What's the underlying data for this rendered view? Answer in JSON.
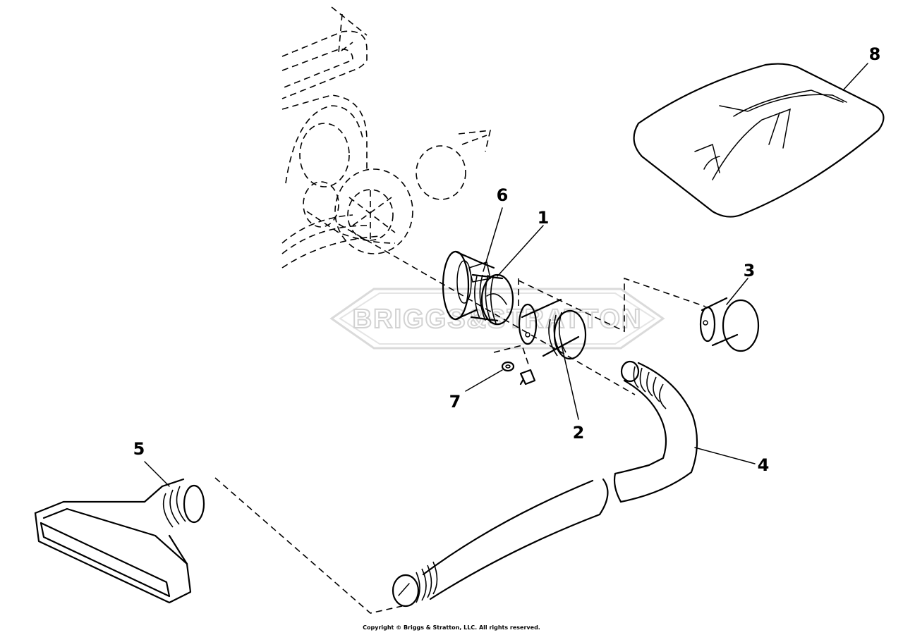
{
  "watermark": {
    "text": "BRIGGS&STRATTON"
  },
  "callouts": [
    {
      "id": "1",
      "label": "1"
    },
    {
      "id": "2",
      "label": "2"
    },
    {
      "id": "3",
      "label": "3"
    },
    {
      "id": "4",
      "label": "4"
    },
    {
      "id": "5",
      "label": "5"
    },
    {
      "id": "6",
      "label": "6"
    },
    {
      "id": "7",
      "label": "7"
    },
    {
      "id": "8",
      "label": "8"
    }
  ],
  "footer": {
    "copyright": "Copyright © Briggs & Stratton, LLC. All rights reserved."
  }
}
